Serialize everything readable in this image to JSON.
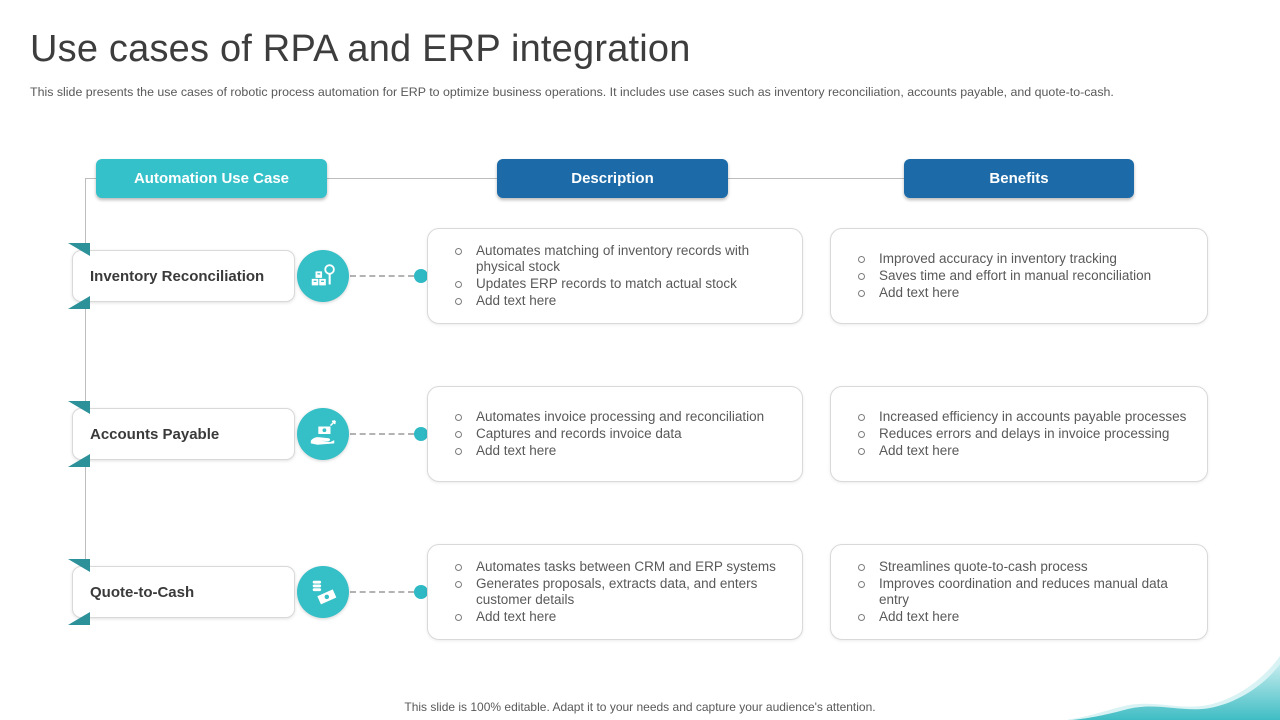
{
  "slide": {
    "title": "Use cases of RPA and ERP integration",
    "subtitle": "This slide presents the use cases of robotic process automation for ERP to optimize business operations. It includes use cases such as inventory reconciliation, accounts payable, and quote-to-cash.",
    "footer": "This slide is 100% editable. Adapt it to your needs and capture your audience's attention."
  },
  "columns": {
    "use_case": "Automation Use Case",
    "description": "Description",
    "benefits": "Benefits"
  },
  "rows": [
    {
      "label": "Inventory Reconciliation",
      "icon": "inventory-boxes-magnifier-icon",
      "description": [
        "Automates matching of inventory records with physical stock",
        "Updates ERP records to match actual stock",
        "Add text here"
      ],
      "benefits": [
        "Improved accuracy in inventory tracking",
        "Saves time and effort in manual reconciliation",
        "Add text here"
      ]
    },
    {
      "label": "Accounts Payable",
      "icon": "hand-holding-money-icon",
      "description": [
        "Automates invoice processing and reconciliation",
        "Captures and records invoice data",
        "Add text here"
      ],
      "benefits": [
        "Increased efficiency in accounts payable processes",
        "Reduces errors and delays in invoice processing",
        "Add text here"
      ]
    },
    {
      "label": "Quote-to-Cash",
      "icon": "coins-banknote-icon",
      "description": [
        "Automates tasks between CRM and ERP systems",
        "Generates proposals, extracts data, and enters customer details",
        "Add text here"
      ],
      "benefits": [
        "Streamlines quote-to-cash process",
        "Improves coordination and reduces manual data entry",
        "Add text here"
      ]
    }
  ],
  "colors": {
    "teal": "#35c1c9",
    "blue": "#1c6ba8",
    "dark_teal": "#2c9199",
    "text_dark": "#3d3d3d",
    "text_body": "#595959",
    "border_gray": "#d9d9d9",
    "line_gray": "#bdbdbd"
  }
}
